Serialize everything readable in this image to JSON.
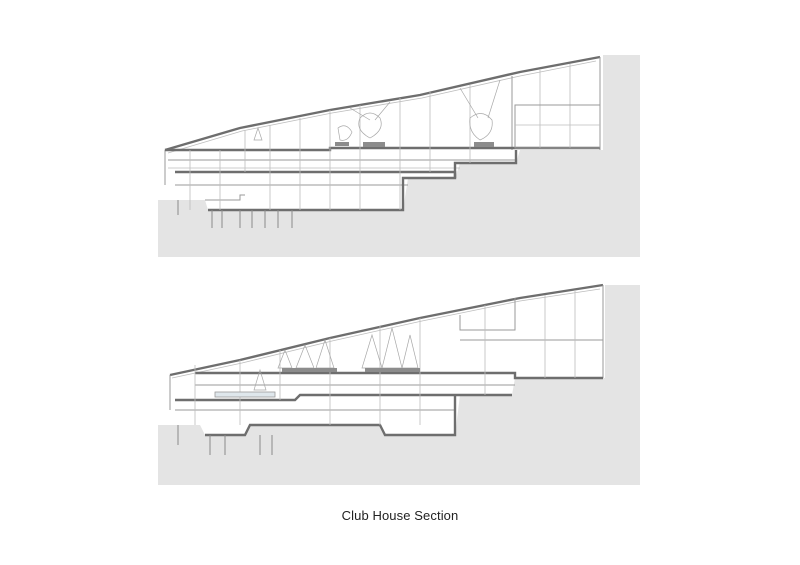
{
  "caption": "Club House Section",
  "sections": [
    {
      "id": "section-upper"
    },
    {
      "id": "section-lower"
    }
  ],
  "colors": {
    "ground": "#e4e4e4",
    "linework": "#9a9a9a",
    "heavy": "#6e6e6e",
    "caption": "#222222"
  }
}
